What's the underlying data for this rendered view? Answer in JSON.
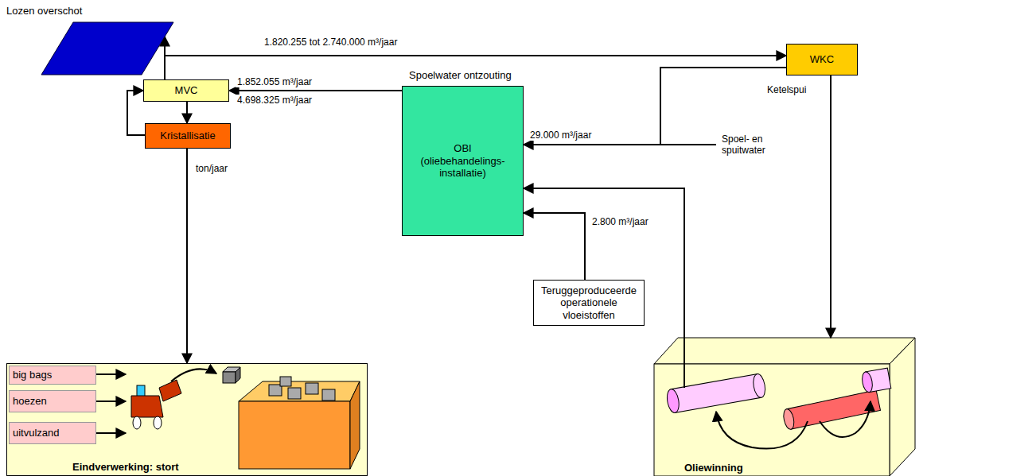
{
  "diagram": {
    "nodes": [
      {
        "text": [
          "Lozen overschot"
        ]
      },
      {
        "text": [
          "WKC"
        ]
      },
      {
        "text": [
          "Spoelwater ontzouting",
          "OBI",
          "(oliebehandelings- installatie)"
        ]
      },
      {
        "text": [
          "MVC"
        ]
      },
      {
        "text": [
          "Kristallisatie"
        ]
      },
      {
        "text": [
          "Teruggeproduceerde operationele vloeistoffen"
        ]
      },
      {
        "text": [
          "Eindverwerking: stort"
        ]
      },
      {
        "text": [
          "big bags"
        ],
        "in": 6
      },
      {
        "text": [
          "hoezen"
        ],
        "in": 6
      },
      {
        "text": [
          "uitvulzand"
        ],
        "in": 6
      },
      {
        "text": [
          "Oliewinning"
        ]
      }
    ],
    "edges": [
      {
        "from": 3,
        "to": 0,
        "arrow": "to"
      },
      {
        "from": 3,
        "to": 1,
        "label": "1.820.255 tot 2.740.000 m³/jaar",
        "arrow": "to"
      },
      {
        "from": 1,
        "to": 2,
        "label": "29.000 m³/jaar",
        "arrow": "to"
      },
      {
        "from": 2,
        "to": 3,
        "label": "1.852.055 m³/jaar",
        "arrow": "to"
      },
      {
        "from": 5,
        "to": 2,
        "label": "2.800 m³/jaar",
        "arrow": "to"
      },
      {
        "from": 10,
        "to": 2,
        "arrow": "to"
      },
      {
        "from": 1,
        "to": 10,
        "arrow": "to"
      },
      {
        "from": 3,
        "to": 4,
        "arrow": "to"
      },
      {
        "from": 4,
        "to": 3,
        "arrow": "to"
      },
      {
        "from": 4,
        "to": 6,
        "label": "ton/jaar",
        "arrow": "to"
      }
    ],
    "labels": [
      "4.698.325 m³/jaar",
      "Ketelspui",
      "Spoel- en spuitwater"
    ]
  }
}
